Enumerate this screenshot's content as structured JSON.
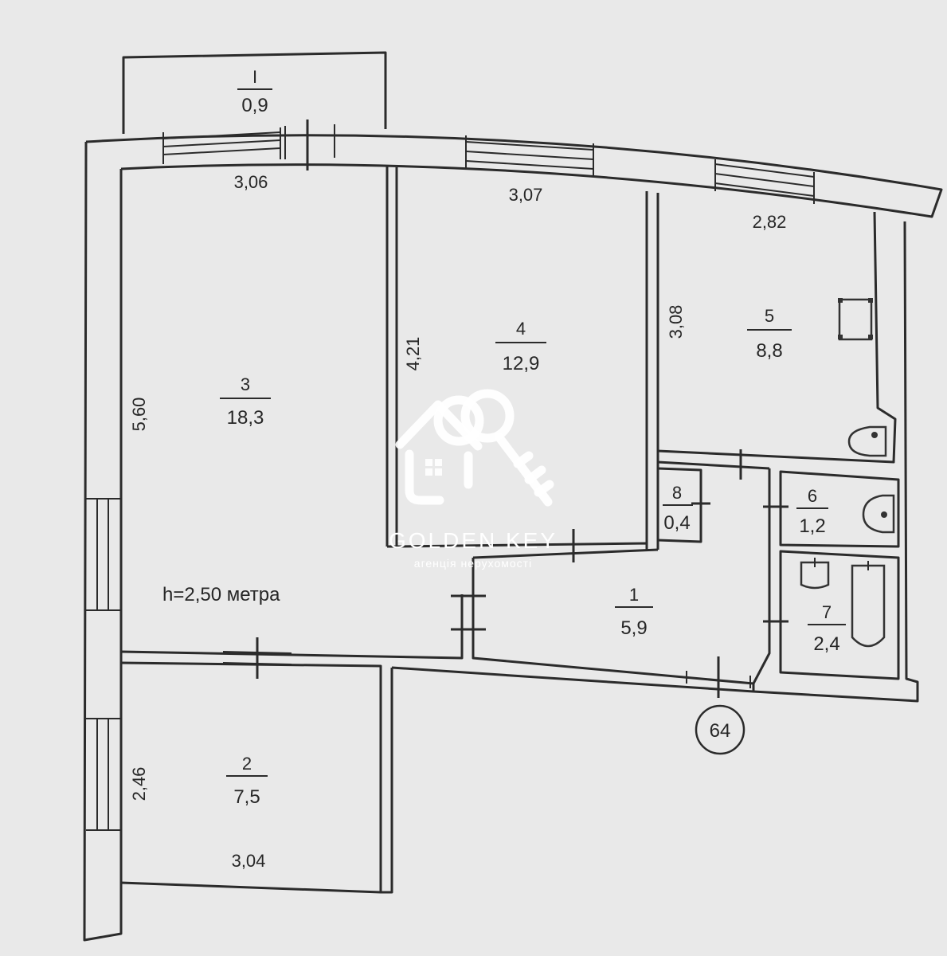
{
  "rooms": [
    {
      "id": "I",
      "area": "0,9"
    },
    {
      "id": "3",
      "area": "18,3"
    },
    {
      "id": "4",
      "area": "12,9"
    },
    {
      "id": "5",
      "area": "8,8"
    },
    {
      "id": "8",
      "area": "0,4"
    },
    {
      "id": "6",
      "area": "1,2"
    },
    {
      "id": "1",
      "area": "5,9"
    },
    {
      "id": "7",
      "area": "2,4"
    },
    {
      "id": "2",
      "area": "7,5"
    }
  ],
  "dimensions": [
    "3,06",
    "3,07",
    "2,82",
    "5,60",
    "4,21",
    "3,08",
    "2,46",
    "3,04"
  ],
  "ceiling_height": "h=2,50 метра",
  "plan_number": "64",
  "watermark": {
    "brand": "GOLDEN KEY",
    "tagline": "агенція нерухомості"
  }
}
